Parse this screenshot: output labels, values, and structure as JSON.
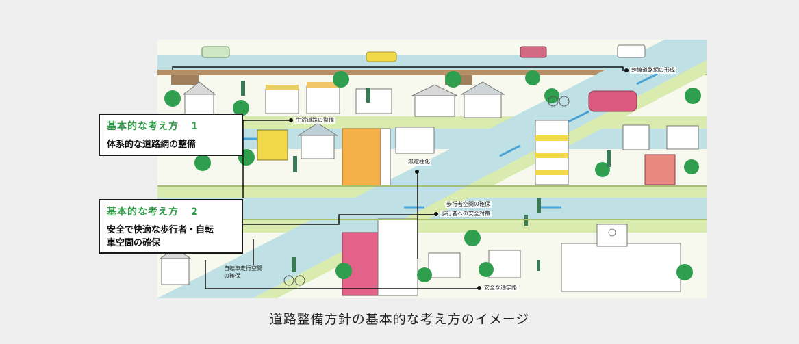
{
  "callouts": [
    {
      "heading": "基本的な考え方",
      "number": "1",
      "text": "体系的な道路網の整備"
    },
    {
      "heading": "基本的な考え方",
      "number": "2",
      "text_line1": "安全で快適な歩行者・自転",
      "text_line2": "車空間の確保"
    }
  ],
  "labels": {
    "trunk_road": "幹線道路網の形成",
    "living_road": "生活道路の整備",
    "greenery": "無電柱化",
    "pedestrian_space": "歩行者空間の確保",
    "pedestrian_safety": "歩行者への安全対策",
    "bicycle_line1": "自転車走行空間",
    "bicycle_line2": "の確保",
    "school_route": "安全な通学路"
  },
  "caption": "道路整備方針の基本的な考え方のイメージ",
  "colors": {
    "road": "#bfe0e4",
    "green_strip": "#d9ebae",
    "heading_green": "#2f9a48",
    "tree": "#2f9e4e",
    "background": "#efefef"
  }
}
